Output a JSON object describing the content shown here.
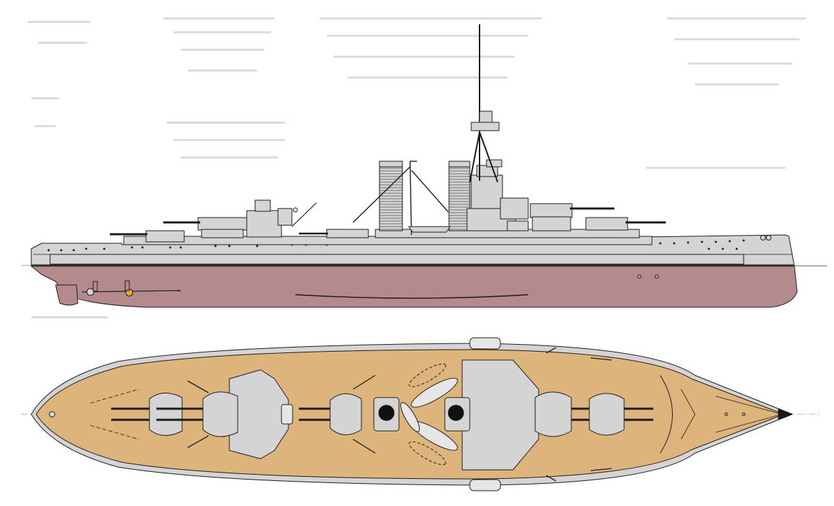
{
  "colors": {
    "background": "#ffffff",
    "superstructure": "#d4d4d4",
    "hull_below_waterline": "#b48a8d",
    "deck_planking": "#ddb57c",
    "line": "#1a1a1a",
    "boot_topping": "#2b2b2b",
    "highlight": "#e8a531"
  },
  "views": {
    "profile": "side-profile-view",
    "plan": "plan-view"
  },
  "main_turrets": 5,
  "funnels": 2
}
